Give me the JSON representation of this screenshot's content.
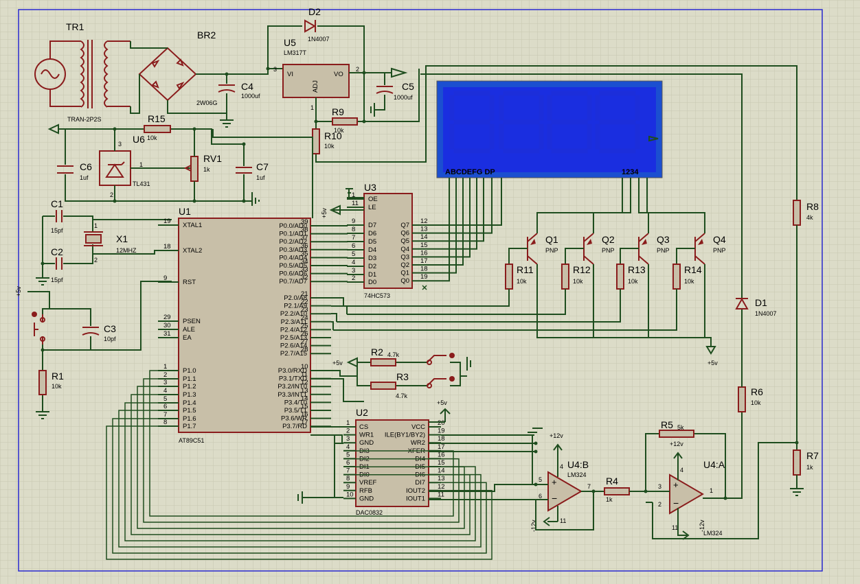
{
  "page": {
    "title": "AT89C51 DAC0832 LM324 regulated power supply schematic"
  },
  "colors": {
    "wire": "#1e4d1e",
    "component": "#8a1c1c",
    "body": "#c8bfa8",
    "lcd_frame": "#1b4fd0",
    "lcd_face": "#1a2ee0",
    "grid": "#c6c6b0",
    "border": "#2a2ad0",
    "background": "#dcdcc8"
  },
  "power": {
    "tr1": {
      "ref": "TR1",
      "value": "TRAN-2P2S"
    },
    "br2": {
      "ref": "BR2",
      "value": "2W06G"
    },
    "c4": {
      "ref": "C4",
      "value": "1000uf"
    },
    "u5": {
      "ref": "U5",
      "value": "LM317T",
      "pin_vi": "VI",
      "pin_vo": "VO",
      "pin_adj": "ADJ",
      "p3": "3",
      "p2": "2",
      "p1": "1"
    },
    "d2": {
      "ref": "D2",
      "value": "1N4007"
    },
    "c5": {
      "ref": "C5",
      "value": "1000uf"
    },
    "r9": {
      "ref": "R9",
      "value": "10k"
    },
    "r10": {
      "ref": "R10",
      "value": "10k"
    }
  },
  "reference": {
    "r15": {
      "ref": "R15",
      "value": "10k"
    },
    "u6": {
      "ref": "U6",
      "value": "TL431",
      "p1": "1",
      "p2": "2",
      "p3": "3"
    },
    "rv1": {
      "ref": "RV1",
      "value": "1k"
    },
    "c6": {
      "ref": "C6",
      "value": "1uf"
    },
    "c7": {
      "ref": "C7",
      "value": "1uf"
    }
  },
  "mcu": {
    "ref": "U1",
    "value": "AT89C51",
    "left_pins": [
      {
        "num": "19",
        "name": "XTAL1"
      },
      {
        "num": "18",
        "name": "XTAL2"
      },
      {
        "num": "9",
        "name": "RST"
      },
      {
        "num": "29",
        "name": "PSEN"
      },
      {
        "num": "30",
        "name": "ALE"
      },
      {
        "num": "31",
        "name": "EA"
      },
      {
        "num": "1",
        "name": "P1.0"
      },
      {
        "num": "2",
        "name": "P1.1"
      },
      {
        "num": "3",
        "name": "P1.2"
      },
      {
        "num": "4",
        "name": "P1.3"
      },
      {
        "num": "5",
        "name": "P1.4"
      },
      {
        "num": "6",
        "name": "P1.5"
      },
      {
        "num": "7",
        "name": "P1.6"
      },
      {
        "num": "8",
        "name": "P1.7"
      }
    ],
    "right_pins": [
      {
        "num": "39",
        "name": "P0.0/AD0"
      },
      {
        "num": "38",
        "name": "P0.1/AD1"
      },
      {
        "num": "37",
        "name": "P0.2/AD2"
      },
      {
        "num": "36",
        "name": "P0.3/AD3"
      },
      {
        "num": "35",
        "name": "P0.4/AD4"
      },
      {
        "num": "34",
        "name": "P0.5/AD5"
      },
      {
        "num": "33",
        "name": "P0.6/AD6"
      },
      {
        "num": "32",
        "name": "P0.7/AD7"
      },
      {
        "num": "21",
        "name": "P2.0/A8"
      },
      {
        "num": "22",
        "name": "P2.1/A9"
      },
      {
        "num": "23",
        "name": "P2.2/A10"
      },
      {
        "num": "24",
        "name": "P2.3/A11"
      },
      {
        "num": "25",
        "name": "P2.4/A12"
      },
      {
        "num": "26",
        "name": "P2.5/A13"
      },
      {
        "num": "27",
        "name": "P2.6/A14"
      },
      {
        "num": "28",
        "name": "P2.7/A15"
      },
      {
        "num": "10",
        "name": "P3.0/RXD"
      },
      {
        "num": "11",
        "name": "P3.1/TXD"
      },
      {
        "num": "12",
        "name": "P3.2/INT0"
      },
      {
        "num": "13",
        "name": "P3.3/INT1"
      },
      {
        "num": "14",
        "name": "P3.4/T0"
      },
      {
        "num": "15",
        "name": "P3.5/T1"
      },
      {
        "num": "16",
        "name": "P3.6/WR"
      },
      {
        "num": "17",
        "name": "P3.7/RD"
      }
    ]
  },
  "osc": {
    "c1": {
      "ref": "C1",
      "value": "15pf"
    },
    "c2": {
      "ref": "C2",
      "value": "15pf"
    },
    "x1": {
      "ref": "X1",
      "value": "12MHZ",
      "p1": "1",
      "p2": "2"
    }
  },
  "reset": {
    "c3": {
      "ref": "C3",
      "value": "10pf"
    },
    "r1": {
      "ref": "R1",
      "value": "10k"
    },
    "vcc": "+5v"
  },
  "latch": {
    "ref": "U3",
    "value": "74HC573",
    "left_pins": [
      {
        "num": "1",
        "name": "OE"
      },
      {
        "num": "11",
        "name": "LE"
      },
      {
        "num": "9",
        "name": "D7"
      },
      {
        "num": "8",
        "name": "D6"
      },
      {
        "num": "7",
        "name": "D5"
      },
      {
        "num": "6",
        "name": "D4"
      },
      {
        "num": "5",
        "name": "D3"
      },
      {
        "num": "4",
        "name": "D2"
      },
      {
        "num": "3",
        "name": "D1"
      },
      {
        "num": "2",
        "name": "D0"
      }
    ],
    "right_pins": [
      {
        "num": "12",
        "name": "Q7"
      },
      {
        "num": "13",
        "name": "Q6"
      },
      {
        "num": "14",
        "name": "Q5"
      },
      {
        "num": "15",
        "name": "Q4"
      },
      {
        "num": "16",
        "name": "Q3"
      },
      {
        "num": "17",
        "name": "Q2"
      },
      {
        "num": "18",
        "name": "Q1"
      },
      {
        "num": "19",
        "name": "Q0"
      }
    ],
    "vcc_label": "+5v"
  },
  "display": {
    "segments_label": "ABCDEFG  DP",
    "digits_label": "1234"
  },
  "drivers": [
    {
      "q": "Q1",
      "type": "PNP",
      "r": "R11",
      "rv": "10k"
    },
    {
      "q": "Q2",
      "type": "PNP",
      "r": "R12",
      "rv": "10k"
    },
    {
      "q": "Q3",
      "type": "PNP",
      "r": "R13",
      "rv": "10k"
    },
    {
      "q": "Q4",
      "type": "PNP",
      "r": "R14",
      "rv": "10k"
    }
  ],
  "driver_vcc": "+5v",
  "keys": {
    "r2": {
      "ref": "R2",
      "value": "4.7k"
    },
    "r3": {
      "ref": "R3",
      "value": "4.7k"
    },
    "vcc": "+5v"
  },
  "dac": {
    "ref": "U2",
    "value": "DAC0832",
    "vcc_label": "+5v",
    "left_pins": [
      {
        "num": "1",
        "name": "CS"
      },
      {
        "num": "2",
        "name": "WR1"
      },
      {
        "num": "3",
        "name": "GND"
      },
      {
        "num": "4",
        "name": "DI3"
      },
      {
        "num": "5",
        "name": "DI2"
      },
      {
        "num": "6",
        "name": "DI1"
      },
      {
        "num": "7",
        "name": "DI0"
      },
      {
        "num": "8",
        "name": "VREF"
      },
      {
        "num": "9",
        "name": "RFB"
      },
      {
        "num": "10",
        "name": "GND"
      }
    ],
    "right_pins": [
      {
        "num": "20",
        "name": "VCC"
      },
      {
        "num": "19",
        "name": "ILE(BY1/BY2)"
      },
      {
        "num": "18",
        "name": "WR2"
      },
      {
        "num": "17",
        "name": "XFER"
      },
      {
        "num": "16",
        "name": "DI4"
      },
      {
        "num": "15",
        "name": "DI5"
      },
      {
        "num": "14",
        "name": "DI6"
      },
      {
        "num": "13",
        "name": "DI7"
      },
      {
        "num": "12",
        "name": "IOUT2"
      },
      {
        "num": "11",
        "name": "IOUT1"
      }
    ]
  },
  "opamps": {
    "u4b": {
      "ref": "U4:B",
      "value": "LM324",
      "vpos": "+12v",
      "vneg": "-12v",
      "p_in": "5",
      "n_in": "6",
      "out": "7",
      "p4": "4",
      "p11": "11"
    },
    "u4a": {
      "ref": "U4:A",
      "value": "LM324",
      "vpos": "+12v",
      "vneg": "-12v",
      "p_in": "3",
      "n_in": "2",
      "out": "1",
      "p4": "4",
      "p11": "11"
    }
  },
  "feedback": {
    "r4": {
      "ref": "R4",
      "value": "1k"
    },
    "r5": {
      "ref": "R5",
      "value": "5k"
    },
    "r6": {
      "ref": "R6",
      "value": "10k"
    },
    "r7": {
      "ref": "R7",
      "value": "1k"
    },
    "r8": {
      "ref": "R8",
      "value": "4k"
    },
    "d1": {
      "ref": "D1",
      "value": "1N4007"
    }
  }
}
